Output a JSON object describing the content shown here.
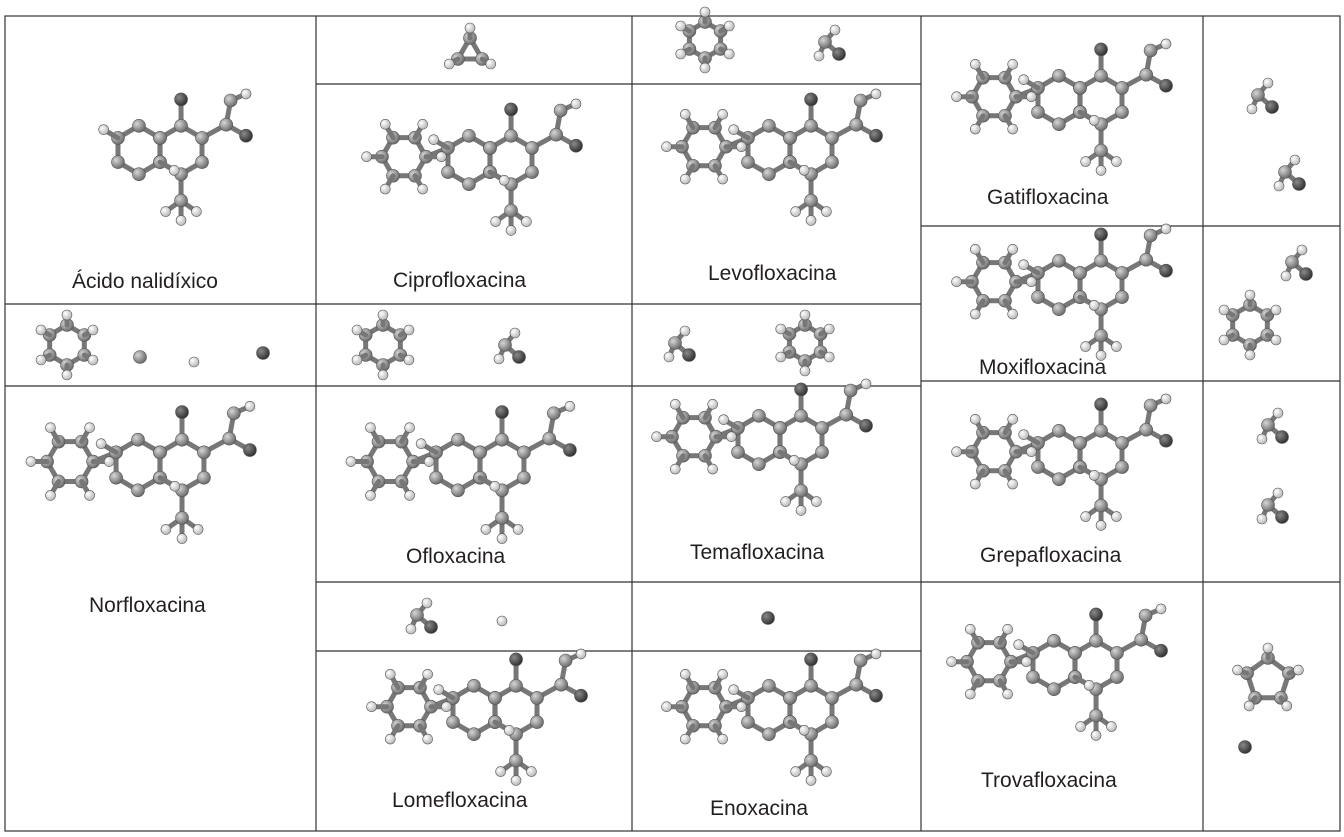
{
  "molecules": {
    "nalidixico": "Ácido nalidíxico",
    "ciprofloxacina": "Ciprofloxacina",
    "levofloxacina": "Levofloxacina",
    "gatifloxacina": "Gatifloxacina",
    "moxifloxacina": "Moxifloxacina",
    "norfloxacina": "Norfloxacina",
    "ofloxacina": "Ofloxacina",
    "temafloxacina": "Temafloxacina",
    "grepafloxacina": "Grepafloxacina",
    "lomefloxacina": "Lomefloxacina",
    "enoxacina": "Enoxacina",
    "trovafloxacina": "Trovafloxacina"
  }
}
